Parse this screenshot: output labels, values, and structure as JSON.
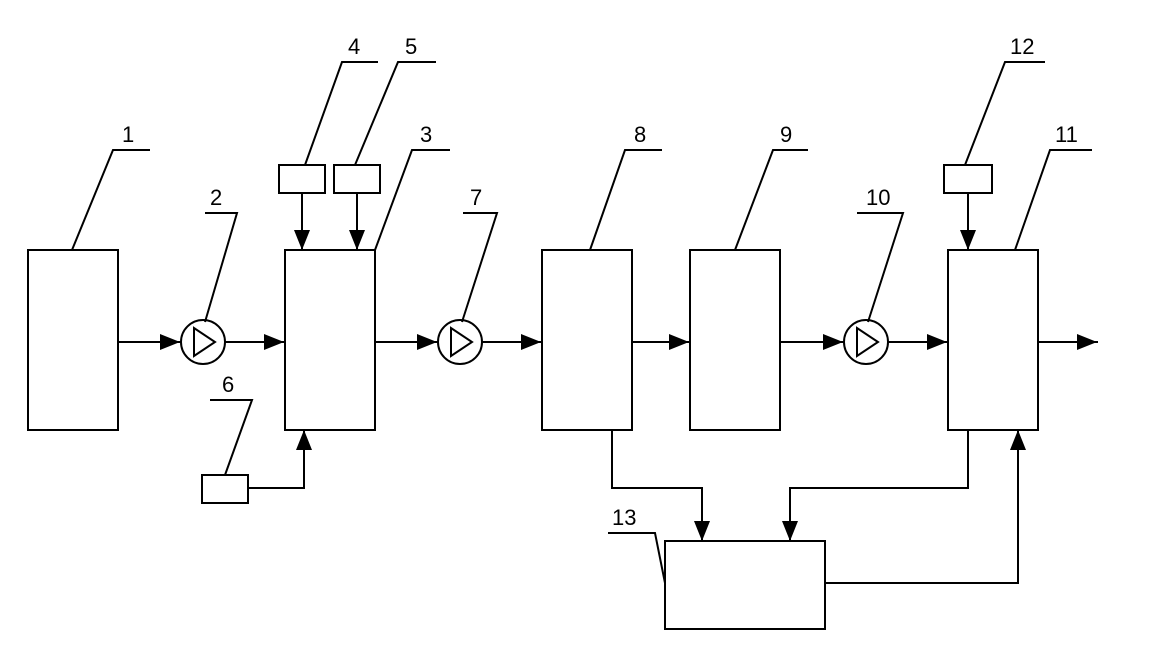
{
  "diagram": {
    "labels": {
      "n1": "1",
      "n2": "2",
      "n3": "3",
      "n4": "4",
      "n5": "5",
      "n6": "6",
      "n7": "7",
      "n8": "8",
      "n9": "9",
      "n10": "10",
      "n11": "11",
      "n12": "12",
      "n13": "13"
    },
    "line_color": "#000000",
    "background": "#ffffff"
  }
}
